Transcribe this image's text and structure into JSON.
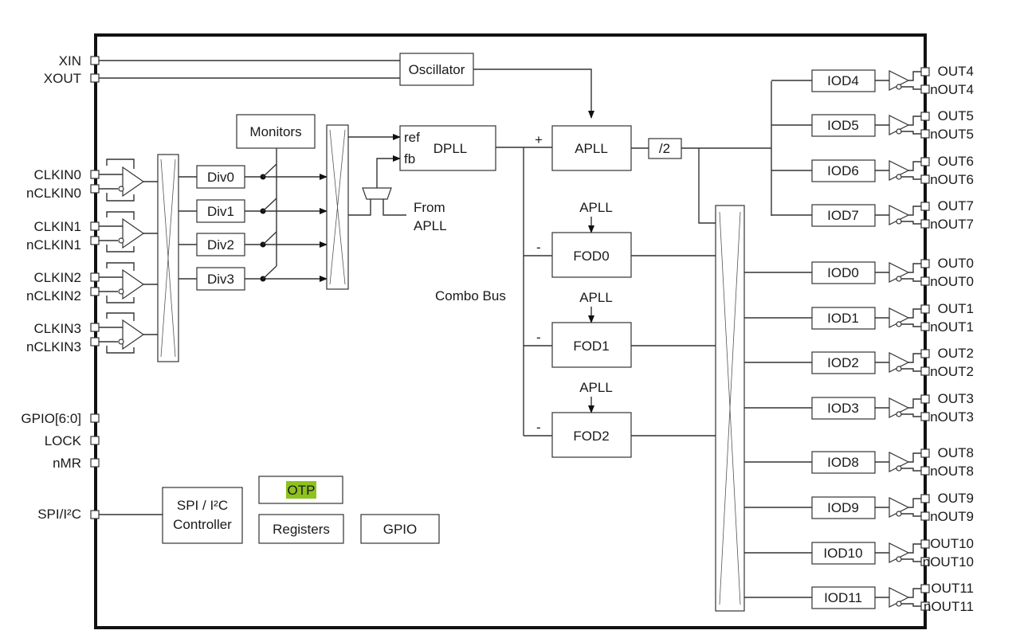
{
  "inputs": {
    "xin": "XIN",
    "xout": "XOUT",
    "clk": [
      {
        "p": "CLKIN0",
        "n": "nCLKIN0"
      },
      {
        "p": "CLKIN1",
        "n": "nCLKIN1"
      },
      {
        "p": "CLKIN2",
        "n": "nCLKIN2"
      },
      {
        "p": "CLKIN3",
        "n": "nCLKIN3"
      }
    ],
    "gpio": "GPIO[6:0]",
    "lock": "LOCK",
    "nmr": "nMR",
    "spi": "SPI/I²C"
  },
  "blocks": {
    "oscillator": "Oscillator",
    "monitors": "Monitors",
    "dividers": [
      "Div0",
      "Div1",
      "Div2",
      "Div3"
    ],
    "dpll": "DPLL",
    "ref": "ref",
    "fb": "fb",
    "from_apll": [
      "From",
      "APLL"
    ],
    "apll": "APLL",
    "div2": "/2",
    "combo_bus": "Combo Bus",
    "fods": [
      "FOD0",
      "FOD1",
      "FOD2"
    ],
    "apll_label": "APLL",
    "plus": "+",
    "minus": "-",
    "spi_controller": [
      "SPI / I²C",
      "Controller"
    ],
    "otp": "OTP",
    "registers": "Registers",
    "gpio_block": "GPIO"
  },
  "outputs": [
    {
      "iod": "IOD4",
      "p": "OUT4",
      "n": "nOUT4"
    },
    {
      "iod": "IOD5",
      "p": "OUT5",
      "n": "nOUT5"
    },
    {
      "iod": "IOD6",
      "p": "OUT6",
      "n": "nOUT6"
    },
    {
      "iod": "IOD7",
      "p": "OUT7",
      "n": "nOUT7"
    },
    {
      "iod": "IOD0",
      "p": "OUT0",
      "n": "nOUT0"
    },
    {
      "iod": "IOD1",
      "p": "OUT1",
      "n": "nOUT1"
    },
    {
      "iod": "IOD2",
      "p": "OUT2",
      "n": "nOUT2"
    },
    {
      "iod": "IOD3",
      "p": "OUT3",
      "n": "nOUT3"
    },
    {
      "iod": "IOD8",
      "p": "OUT8",
      "n": "nOUT8"
    },
    {
      "iod": "IOD9",
      "p": "OUT9",
      "n": "nOUT9"
    },
    {
      "iod": "IOD10",
      "p": "OUT10",
      "n": "nOUT10"
    },
    {
      "iod": "IOD11",
      "p": "OUT11",
      "n": "nOUT11"
    }
  ],
  "colors": {
    "otp_highlight": "#8dc21f"
  }
}
